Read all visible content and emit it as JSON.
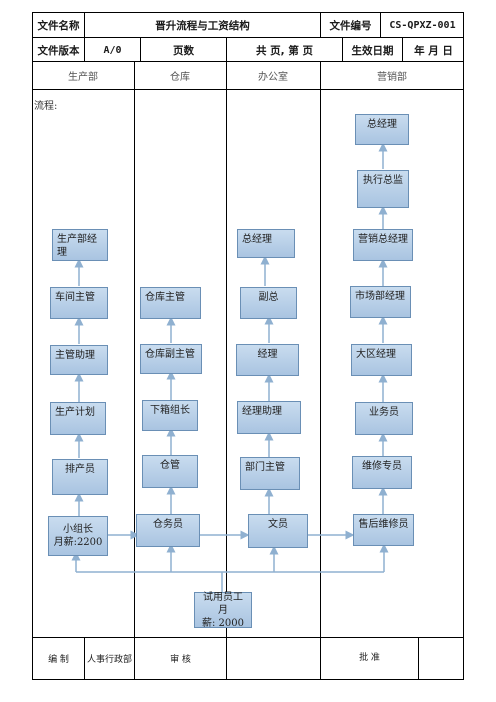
{
  "header": {
    "file_name_label": "文件名称",
    "file_name_value": "晋升流程与工资结构",
    "file_no_label": "文件编号",
    "file_no_value": "CS-QPXZ-001",
    "version_label": "文件版本",
    "version_value": "A/0",
    "pages_label": "页数",
    "pages_value": "共 页, 第 页",
    "effective_date_label": "生效日期",
    "effective_date_value": "年   月   日"
  },
  "departments": [
    "生产部",
    "仓库",
    "办公室",
    "营销部"
  ],
  "flow_label": "流程:",
  "production": [
    "生产部经理",
    "车间主管",
    "主管助理",
    "生产计划",
    "排产员",
    "小组长",
    "月薪:2200"
  ],
  "warehouse": [
    "仓库主管",
    "仓库副主管",
    "下箱组长",
    "仓管",
    "仓务员"
  ],
  "office": [
    "总经理",
    "副总",
    "经理",
    "经理助理",
    "部门主管",
    "文员"
  ],
  "sales": [
    "总经理",
    "执行总监",
    "营销总经理",
    "市场部经理",
    "大区经理",
    "业务员",
    "维修专员",
    "售后维修员"
  ],
  "trial": [
    "试用员工 月",
    "薪: 2000"
  ],
  "footer": {
    "compile_label": "编  制",
    "compile_value": "人事行政部",
    "review_label": "审  核",
    "approve_label": "批  准"
  },
  "colors": {
    "box_fill": "#b3cce6",
    "box_border": "#6a8fb5",
    "arrow": "#8fb0d0"
  }
}
